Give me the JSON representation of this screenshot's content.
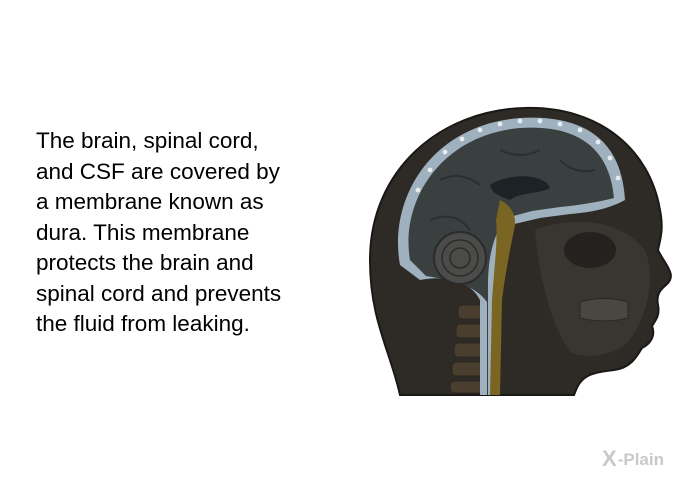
{
  "caption": {
    "lines": [
      "The brain, spinal cord,",
      "and CSF are covered by",
      "a membrane known as",
      "dura. This membrane",
      "protects the brain and",
      "spinal cord and prevents",
      "the fluid from leaking."
    ]
  },
  "illustration": {
    "icon": "head-sagittal-section-icon",
    "colors": {
      "head": "#2e2b27",
      "head_outline": "#1a1816",
      "brain": "#3a3f3f",
      "membrane": "#9fb1be",
      "csf_dots": "#e6ecef",
      "spinal_cord": "#7a6622",
      "ventricle": "#1c2225",
      "skull": "#3a3733"
    }
  },
  "logo": {
    "mark": "X",
    "text": "-Plain",
    "color": "#c9c9c9"
  }
}
